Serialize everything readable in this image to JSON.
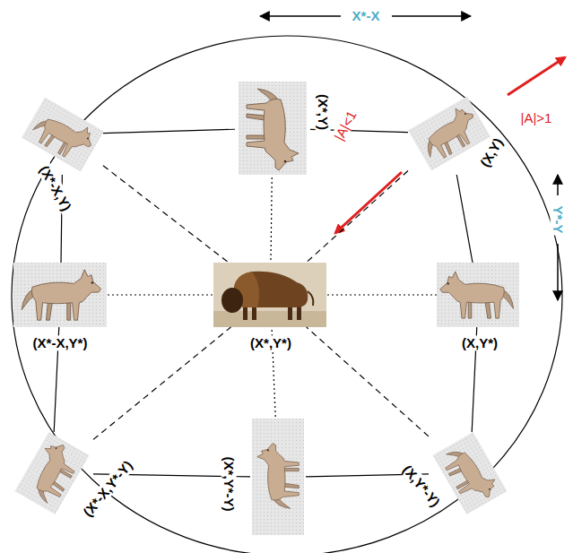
{
  "diagram": {
    "nodes": [
      {
        "text": [
          "(X*-X,Y)"
        ]
      },
      {
        "text": [
          "(X*,Y)"
        ]
      },
      {
        "text": [
          "(X,Y)"
        ]
      },
      {
        "text": [
          "(X*-X,Y*)"
        ]
      },
      {
        "text": [
          "(X*,Y*)"
        ]
      },
      {
        "text": [
          "(X,Y*)"
        ]
      },
      {
        "text": [
          "(X*-X,Y*-Y)"
        ]
      },
      {
        "text": [
          "(X*,Y*-Y)"
        ]
      },
      {
        "text": [
          "(X,Y*-Y)"
        ]
      }
    ],
    "edges": [
      {
        "from": 0,
        "to": 1,
        "arrow": "none"
      },
      {
        "from": 1,
        "to": 2,
        "arrow": "none"
      },
      {
        "from": 2,
        "to": 5,
        "arrow": "none"
      },
      {
        "from": 5,
        "to": 8,
        "arrow": "none"
      },
      {
        "from": 8,
        "to": 7,
        "arrow": "none"
      },
      {
        "from": 7,
        "to": 6,
        "arrow": "none"
      },
      {
        "from": 6,
        "to": 3,
        "arrow": "none"
      },
      {
        "from": 3,
        "to": 0,
        "arrow": "none"
      },
      {
        "from": 0,
        "to": 4,
        "arrow": "none"
      },
      {
        "from": 1,
        "to": 4,
        "arrow": "none"
      },
      {
        "from": 2,
        "to": 4,
        "arrow": "none"
      },
      {
        "from": 3,
        "to": 4,
        "arrow": "none"
      },
      {
        "from": 5,
        "to": 4,
        "arrow": "none"
      },
      {
        "from": 6,
        "to": 4,
        "arrow": "none"
      },
      {
        "from": 7,
        "to": 4,
        "arrow": "none"
      },
      {
        "from": 8,
        "to": 4,
        "arrow": "none"
      }
    ],
    "labels": [
      "X*-X",
      "Y*-Y",
      "|A|>1",
      "|A|<1"
    ]
  }
}
